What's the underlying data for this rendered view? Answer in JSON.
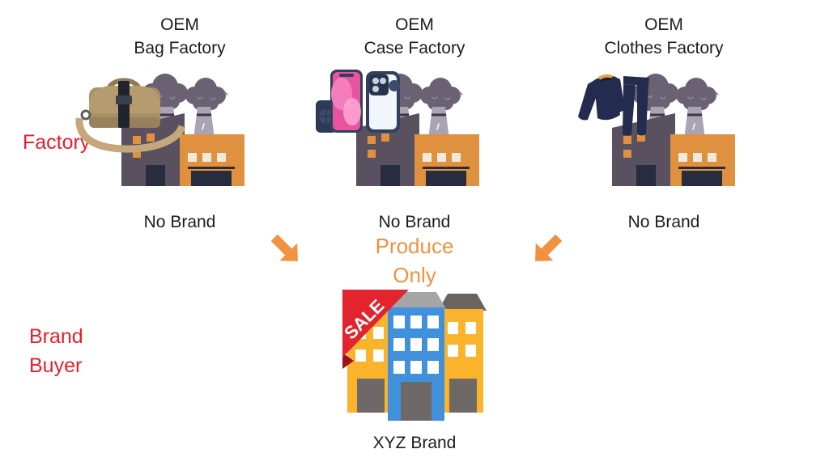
{
  "row_labels": {
    "factory": "Factory",
    "brand_buyer": "Brand Buyer"
  },
  "columns": [
    {
      "title_line1": "OEM",
      "title_line2": "Bag Factory",
      "status": "No Brand",
      "product_icon": "camera-bag-icon",
      "factory_icon": "factory-icon"
    },
    {
      "title_line1": "OEM",
      "title_line2": "Case Factory",
      "status": "No Brand",
      "product_icon": "phone-cases-icon",
      "factory_icon": "factory-icon"
    },
    {
      "title_line1": "OEM",
      "title_line2": "Clothes Factory",
      "status": "No Brand",
      "product_icon": "thermal-clothes-icon",
      "factory_icon": "factory-icon"
    }
  ],
  "flow": {
    "produce_only": "Produce Only",
    "arrows": [
      "arrow-down-right-icon",
      "arrow-down-left-icon"
    ]
  },
  "brand": {
    "sale_badge": "SALE",
    "name": "XYZ Brand",
    "building_icon": "brand-building-icon"
  },
  "colors": {
    "label_red": "#EC1C2B",
    "accent_orange": "#F0923F",
    "factory_orange": "#DF9140",
    "factory_dark_gray": "#59515F",
    "smoke_gray": "#6A6272",
    "chimney_gray": "#A9A3B4",
    "building_yellow": "#F9B42C",
    "building_blue": "#4190DC",
    "sale_red": "#E3242F",
    "text_dark": "#1C1C1C"
  }
}
